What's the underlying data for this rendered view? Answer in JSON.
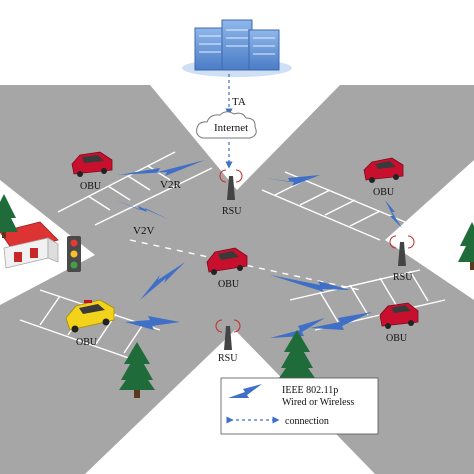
{
  "nodes": {
    "ta": "TA",
    "internet": "Internet",
    "rsu_top": "RSU",
    "rsu_right": "RSU",
    "rsu_bottom": "RSU",
    "obu_topleft": "OBU",
    "obu_topright": "OBU",
    "obu_center": "OBU",
    "obu_bottomleft": "OBU",
    "obu_bottomright": "OBU"
  },
  "links": {
    "v2r": "V2R",
    "v2v": "V2V"
  },
  "legend": {
    "wireless_line1": "IEEE 802.11p",
    "wireless_line2": "Wired or Wireless",
    "connection": "connection"
  },
  "colors": {
    "road": "#a4a4a4",
    "lane_marking": "#ffffff",
    "wireless_bolt": "#3f6fc6",
    "connection_line": "#3f6fc6",
    "server": "#5b8fd6",
    "car_red": "#c8102e",
    "car_yellow": "#f2d21b",
    "tree": "#1f6b3a",
    "building_roof": "#c62828"
  }
}
